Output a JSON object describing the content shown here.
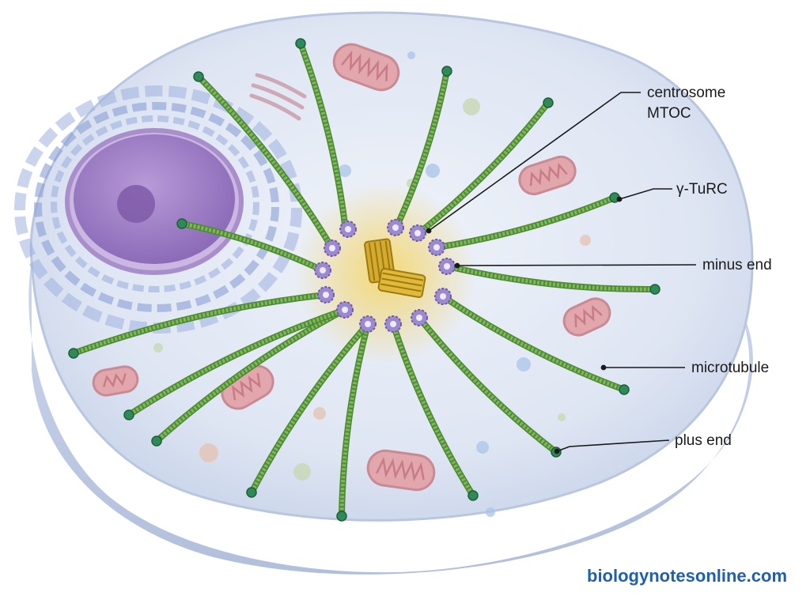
{
  "labels": {
    "centrosome": "centrosome",
    "mtoc": "MTOC",
    "gamma_turc": "γ-TuRC",
    "minus_end": "minus end",
    "microtubule": "microtubule",
    "plus_end": "plus end"
  },
  "watermark": "biologynotesonline.com",
  "colors": {
    "cytoplasm": "#dfe6f3",
    "membrane_edge": "#b9c6df",
    "nucleus": "#9a7cc4",
    "nucleolus": "#7f5aa8",
    "er": "#8a9fd6",
    "microtubule": "#7fb85a",
    "plus_tip": "#2e8b57",
    "gamma_turc": "#9c8ad0",
    "centrosome": "#c9a227",
    "pcm_glow": "#f2d36b",
    "mitochondria": "#e2a6ad",
    "watermark": "#1f5fb0"
  }
}
